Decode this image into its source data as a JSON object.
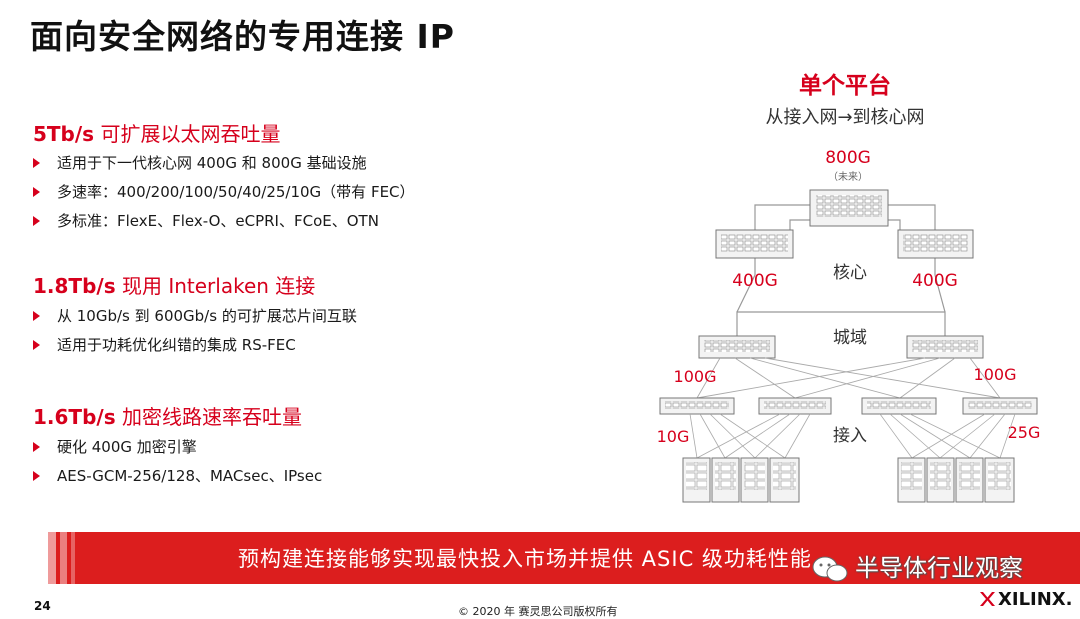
{
  "title": "面向安全网络的专用连接 IP",
  "sections": [
    {
      "head_bold": "5Tb/s",
      "head_rest": " 可扩展以太网吞吐量",
      "bullets": [
        "适用于下一代核心网 400G 和 800G 基础设施",
        "多速率：400/200/100/50/40/25/10G（带有 FEC）",
        "多标准：FlexE、Flex-O、eCPRI、FCoE、OTN"
      ]
    },
    {
      "head_bold": "1.8Tb/s",
      "head_rest": " 现用 Interlaken 连接",
      "bullets": [
        "从 10Gb/s 到 600Gb/s 的可扩展芯片间互联",
        "适用于功耗优化纠错的集成 RS-FEC"
      ]
    },
    {
      "head_bold": "1.6Tb/s",
      "head_rest": " 加密线路速率吞吐量",
      "bullets": [
        "硬化 400G 加密引擎",
        "AES-GCM-256/128、MACsec、IPsec"
      ]
    }
  ],
  "diagram": {
    "title": "单个平台",
    "subtitle": "从接入网→到核心网",
    "top_speed": "800G",
    "top_note": "（未来）",
    "core_label": "核心",
    "core_left_speed": "400G",
    "core_right_speed": "400G",
    "metro_label": "城域",
    "metro_left_speed": "100G",
    "metro_right_speed": "100G",
    "access_label": "接入",
    "access_left_speed": "10G",
    "access_right_speed": "25G"
  },
  "banner": "预构建连接能够实现最快投入市场并提供 ASIC 级功耗性能",
  "watermark": "半导体行业观察",
  "footer": {
    "page": "24",
    "copyright": "© 2020 年 赛灵思公司版权所有",
    "logo": "XILINX."
  },
  "colors": {
    "accent": "#d6001c",
    "banner": "#dc1e1e"
  }
}
